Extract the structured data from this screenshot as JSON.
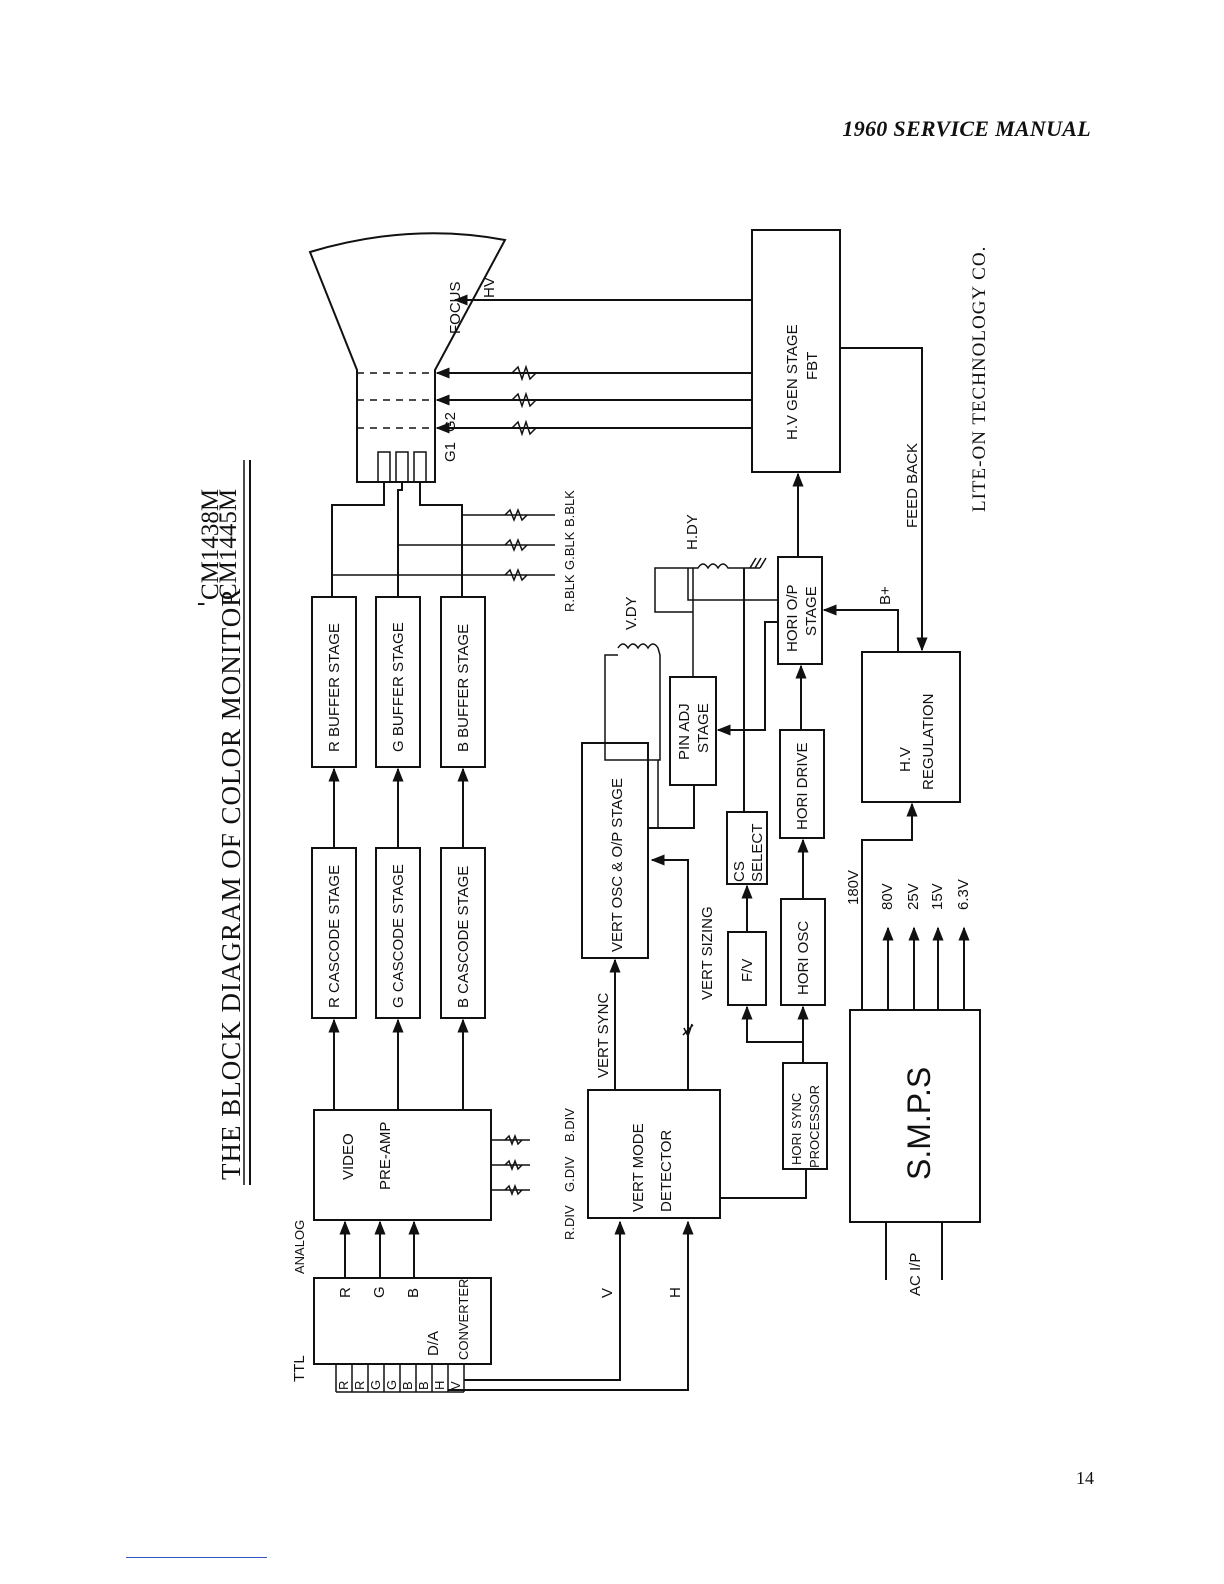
{
  "header": "1960 SERVICE MANUAL",
  "page_number": "14",
  "title": "THE BLOCK DIAGRAM OF COLOR MONITOR",
  "models": [
    "CM1438M",
    "CM1445M"
  ],
  "company": "LITE-ON TECHNOLOGY CO.",
  "blocks": {
    "video_preamp": [
      "VIDEO",
      "PRE-AMP"
    ],
    "r_cascode": "R CASCODE STAGE",
    "g_cascode": "G CASCODE STAGE",
    "b_cascode": "B CASCODE STAGE",
    "r_buffer": "R BUFFER STAGE",
    "g_buffer": "G BUFFER STAGE",
    "b_buffer": "B BUFFER STAGE",
    "da_converter": [
      "D/A",
      "CONVERTER"
    ],
    "vert_mode": [
      "VERT MODE",
      "DETECTOR"
    ],
    "vert_osc": "VERT OSC & O/P STAGE",
    "pin_adj": [
      "PIN ADJ",
      "STAGE"
    ],
    "hori_sync": [
      "HORI SYNC",
      "PROCESSOR"
    ],
    "fv": "F/V",
    "hori_osc": "HORI OSC",
    "cs_select": [
      "CS",
      "SELECT"
    ],
    "hori_drive": "HORI DRIVE",
    "hori_op": [
      "HORI O/P",
      "STAGE"
    ],
    "hv_gen": [
      "H.V GEN STAGE",
      "FBT"
    ],
    "hv_reg": [
      "H.V",
      "REGULATION"
    ],
    "smps": "S.M.P.S"
  },
  "labels": {
    "ttl": "TTL",
    "analog": "ANALOG",
    "ttl_inputs": [
      "R",
      "R",
      "G",
      "G",
      "B",
      "B",
      "H",
      "V"
    ],
    "da_outputs": [
      "R",
      "G",
      "B"
    ],
    "v": "V",
    "h": "H",
    "vert_sync": "VERT SYNC",
    "vert_sizing": "VERT SIZING",
    "v_dy": "V.DY",
    "h_dy": "H.DY",
    "b_plus": "B+",
    "feed_back": "FEED BACK",
    "hv": "HV",
    "focus": "FOCUS",
    "g1": "G1",
    "g2": "G2",
    "blk": [
      "R.BLK",
      "G.BLK",
      "B.BLK"
    ],
    "div": [
      "R.DIV",
      "G.DIV",
      "B.DIV"
    ],
    "ac_ip": "AC I/P",
    "voltages": [
      "180V",
      "80V",
      "25V",
      "15V",
      "6.3V"
    ]
  }
}
